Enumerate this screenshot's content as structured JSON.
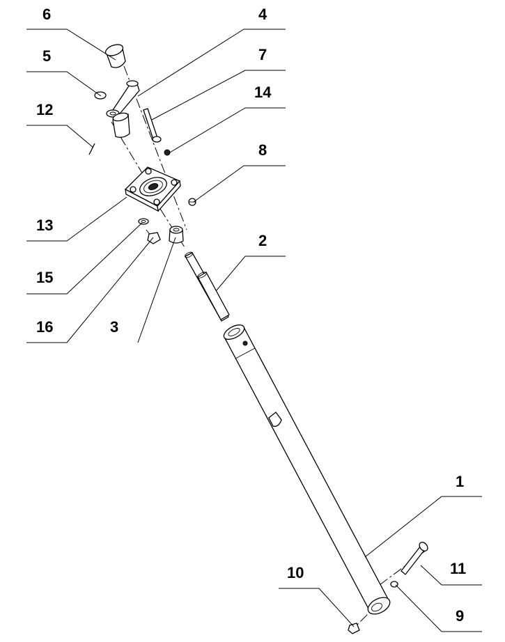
{
  "callouts": [
    {
      "id": "c6",
      "label": "6"
    },
    {
      "id": "c4",
      "label": "4"
    },
    {
      "id": "c5",
      "label": "5"
    },
    {
      "id": "c7",
      "label": "7"
    },
    {
      "id": "c14",
      "label": "14"
    },
    {
      "id": "c12",
      "label": "12"
    },
    {
      "id": "c8",
      "label": "8"
    },
    {
      "id": "c13",
      "label": "13"
    },
    {
      "id": "c2",
      "label": "2"
    },
    {
      "id": "c15",
      "label": "15"
    },
    {
      "id": "c16",
      "label": "16"
    },
    {
      "id": "c3",
      "label": "3"
    },
    {
      "id": "c1",
      "label": "1"
    },
    {
      "id": "c11",
      "label": "11"
    },
    {
      "id": "c10",
      "label": "10"
    },
    {
      "id": "c9",
      "label": "9"
    }
  ]
}
